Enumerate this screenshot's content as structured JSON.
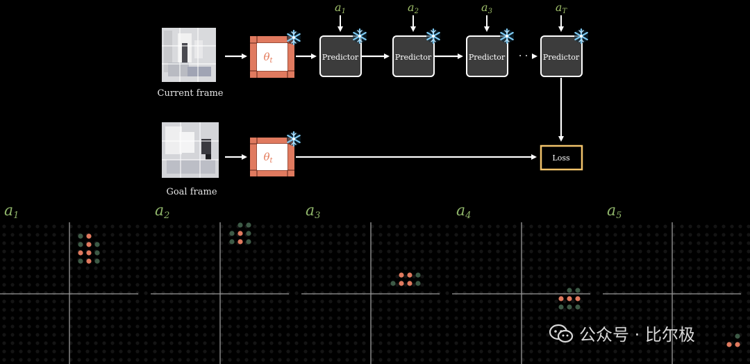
{
  "diagram": {
    "top_row": {
      "image_caption": "Current frame",
      "encoder_symbol": "θ",
      "encoder_subscript": "t",
      "predictors": [
        {
          "label": "Predictor",
          "action": "a",
          "action_sub": "1"
        },
        {
          "label": "Predictor",
          "action": "a",
          "action_sub": "2"
        },
        {
          "label": "Predictor",
          "action": "a",
          "action_sub": "3"
        },
        {
          "label": "Predictor",
          "action": "a",
          "action_sub": "T"
        }
      ],
      "ellipsis": "· · ·"
    },
    "bottom_row": {
      "image_caption": "Goal frame",
      "encoder_symbol": "θ",
      "encoder_subscript": "t",
      "loss_label": "Loss"
    },
    "colors": {
      "encoder": "#e07a5f",
      "predictor_fill": "#3c3c3c",
      "predictor_border": "#ffffff",
      "loss_border": "#f2c36b",
      "frozen_icon": "#7ec8f0",
      "action_label": "#9fbf6a"
    }
  },
  "action_grids": [
    {
      "label": "a",
      "sub": "1"
    },
    {
      "label": "a",
      "sub": "2"
    },
    {
      "label": "a",
      "sub": "3"
    },
    {
      "label": "a",
      "sub": "4"
    },
    {
      "label": "a",
      "sub": "5"
    }
  ],
  "watermark": {
    "text": "公众号 · 比尔极",
    "icon": "wechat-icon"
  }
}
